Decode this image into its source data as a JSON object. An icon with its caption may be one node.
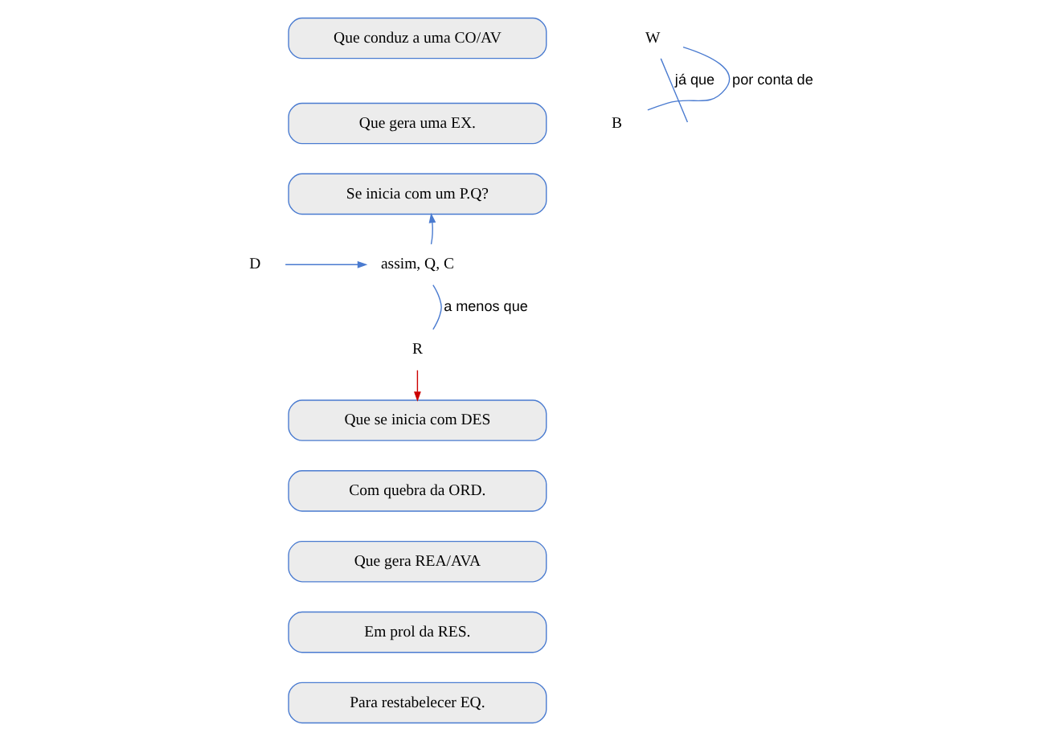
{
  "diagram": {
    "nodes": [
      {
        "text": [
          "Que conduz a uma CO/AV"
        ]
      },
      {
        "text": [
          "Que gera uma EX."
        ]
      },
      {
        "text": [
          "Se inicia com um P.Q?"
        ]
      },
      {
        "text": [
          "D"
        ]
      },
      {
        "text": [
          "assim, Q, C"
        ]
      },
      {
        "text": [
          "W"
        ]
      },
      {
        "text": [
          "R"
        ]
      },
      {
        "text": [
          "B"
        ]
      },
      {
        "text": [
          "Que se inicia com DES"
        ]
      },
      {
        "text": [
          "Com quebra da ORD."
        ]
      },
      {
        "text": [
          "Que gera REA/AVA"
        ]
      },
      {
        "text": [
          "Em prol da RES."
        ]
      },
      {
        "text": [
          "Para restabelecer EQ."
        ]
      }
    ],
    "edges": [
      {
        "from": 3,
        "to": 4,
        "arrow": "to"
      },
      {
        "from": 5,
        "to": null,
        "arrow": "none",
        "label": "já que"
      },
      {
        "from": 6,
        "to": 4,
        "arrow": "none",
        "label": "a menos que"
      },
      {
        "from": 7,
        "to": 5,
        "arrow": "none",
        "label": "por conta de"
      },
      {
        "from": 4,
        "to": 2,
        "arrow": "to"
      },
      {
        "from": 6,
        "to": 8,
        "arrow": "to",
        "color": "#cc0000"
      }
    ]
  }
}
